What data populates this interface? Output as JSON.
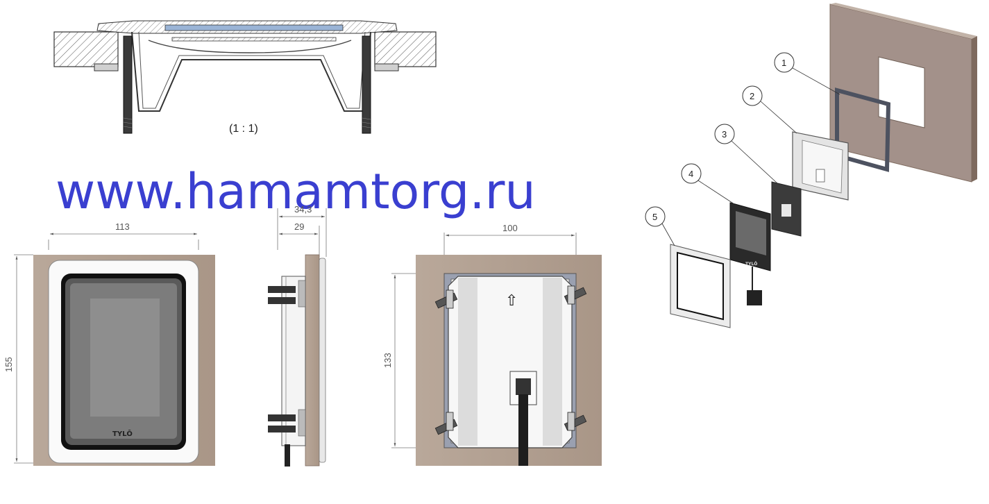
{
  "watermark": "www.hamamtorg.ru",
  "section_view": {
    "scale_label": "(1 : 1)"
  },
  "front_view": {
    "width_dim": "113",
    "height_dim": "155",
    "brand": "TYLŌ"
  },
  "side_view": {
    "depth_total_dim": "34,3",
    "depth_dim": "29"
  },
  "rear_view": {
    "width_dim": "100",
    "height_dim": "133",
    "arrow_glyph": "⇧"
  },
  "exploded_view": {
    "callouts": [
      "1",
      "2",
      "3",
      "4",
      "5"
    ],
    "brand": "TYLŌ"
  },
  "colors": {
    "wall": "#b6a596",
    "wall_dark": "#7e6a5e",
    "frame_gray": "#9aa0b0",
    "panel_dark": "#555555",
    "screen": "#8d8d8d",
    "watermark": "#3a3fd0"
  }
}
